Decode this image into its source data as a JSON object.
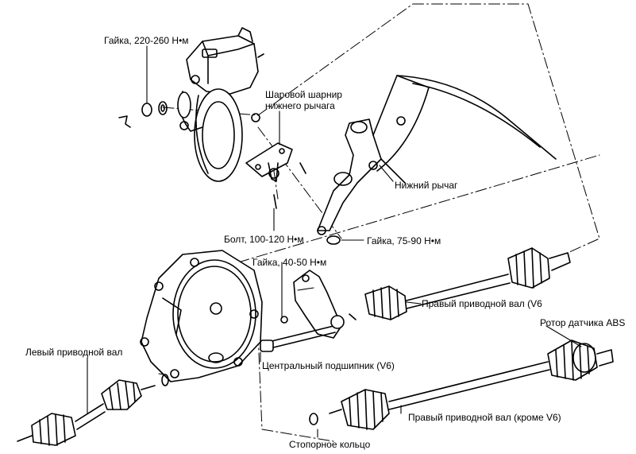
{
  "labels": {
    "nut_220_260": "Гайка, 220-260 Н•м",
    "ball_joint_line1": "Шаровой шарнир",
    "ball_joint_line2": "нижнего рычага",
    "lower_arm": "Нижний рычаг",
    "bolt_100_120": "Болт, 100-120 Н•м",
    "nut_75_90": "Гайка, 75-90 Н•м",
    "nut_40_50": "Гайка, 40-50 Н•м",
    "right_shaft_v6": "Правый приводной вал (V6",
    "abs_rotor": "Ротор датчика ABS",
    "left_shaft": "Левый приводной вал",
    "center_bearing": "Центральный подшипник (V6)",
    "right_shaft_non_v6": "Правый приводной вал (кроме V6)",
    "retaining_ring": "Стопорное кольцо"
  }
}
